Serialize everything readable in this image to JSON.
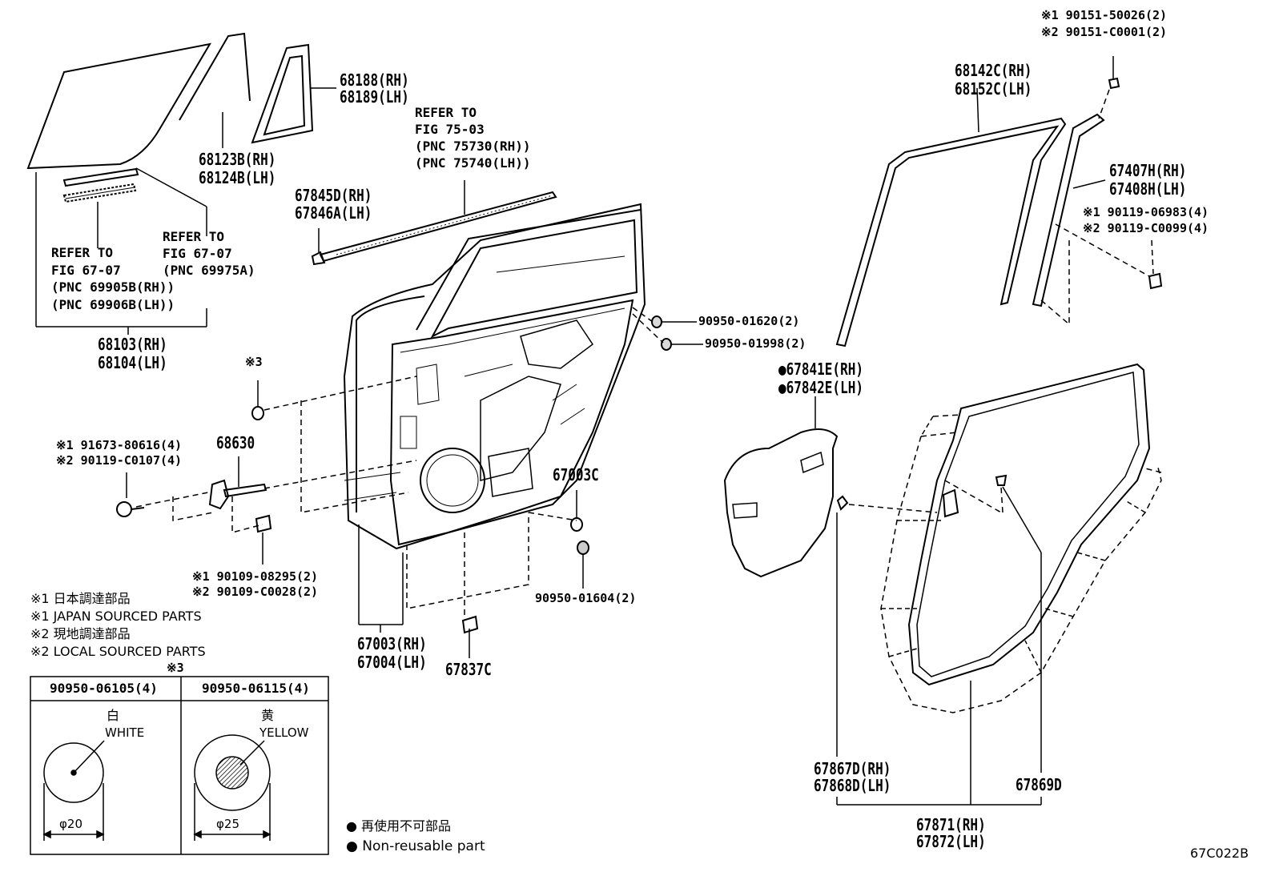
{
  "figure_code": "67C022B",
  "notes": {
    "ref_glass": [
      "REFER TO",
      "FIG 67-07",
      "(PNC 69905B(RH))",
      "(PNC 69906B(LH))"
    ],
    "ref_glass2": [
      "REFER TO",
      "FIG 67-07",
      "(PNC 69975A)"
    ],
    "ref_trim": [
      "REFER TO",
      "FIG 75-03",
      "(PNC 75730(RH))",
      "(PNC 75740(LH))"
    ]
  },
  "parts": {
    "p68188": [
      "68188(RH)",
      "68189(LH)"
    ],
    "p68123": [
      "68123B(RH)",
      "68124B(LH)"
    ],
    "p67845": [
      "67845D(RH)",
      "67846A(LH)"
    ],
    "p68103": [
      "68103(RH)",
      "68104(LH)"
    ],
    "p68630": "68630",
    "bolt1": [
      "※1 91673-80616(4)",
      "※2 90119-C0107(4)"
    ],
    "bolt2": [
      "※1 90109-08295(2)",
      "※2 90109-C0028(2)"
    ],
    "p67003C": "67003C",
    "p67003": [
      "67003(RH)",
      "67004(LH)"
    ],
    "p67837C": "67837C",
    "plug1": "90950-01620(2)",
    "plug2": "90950-01998(2)",
    "plug3": "90950-01604(2)",
    "note3": "※3",
    "screw_top": [
      "※1 90151-50026(2)",
      "※2 90151-C0001(2)"
    ],
    "p68142": [
      "68142C(RH)",
      "68152C(LH)"
    ],
    "p67407": [
      "67407H(RH)",
      "67408H(LH)"
    ],
    "bolt3": [
      "※1 90119-06983(4)",
      "※2 90119-C0099(4)"
    ],
    "p67841": [
      "●67841E(RH)",
      "●67842E(LH)"
    ],
    "p67867": [
      "67867D(RH)",
      "67868D(LH)"
    ],
    "p67869": "67869D",
    "p67871": [
      "67871(RH)",
      "67872(LH)"
    ]
  },
  "legend": [
    "※1 日本調達部品",
    "※1 JAPAN SOURCED PARTS",
    "※2 現地調達部品",
    "※2 LOCAL SOURCED PARTS"
  ],
  "plug_table": {
    "title": "※3",
    "col1": {
      "part": "90950-06105(4)",
      "color_jp": "白",
      "color_en": "WHITE",
      "dia": "φ20"
    },
    "col2": {
      "part": "90950-06115(4)",
      "color_jp": "黄",
      "color_en": "YELLOW",
      "dia": "φ25"
    }
  },
  "nonreusable": [
    "● 再使用不可部品",
    "● Non-reusable part"
  ]
}
